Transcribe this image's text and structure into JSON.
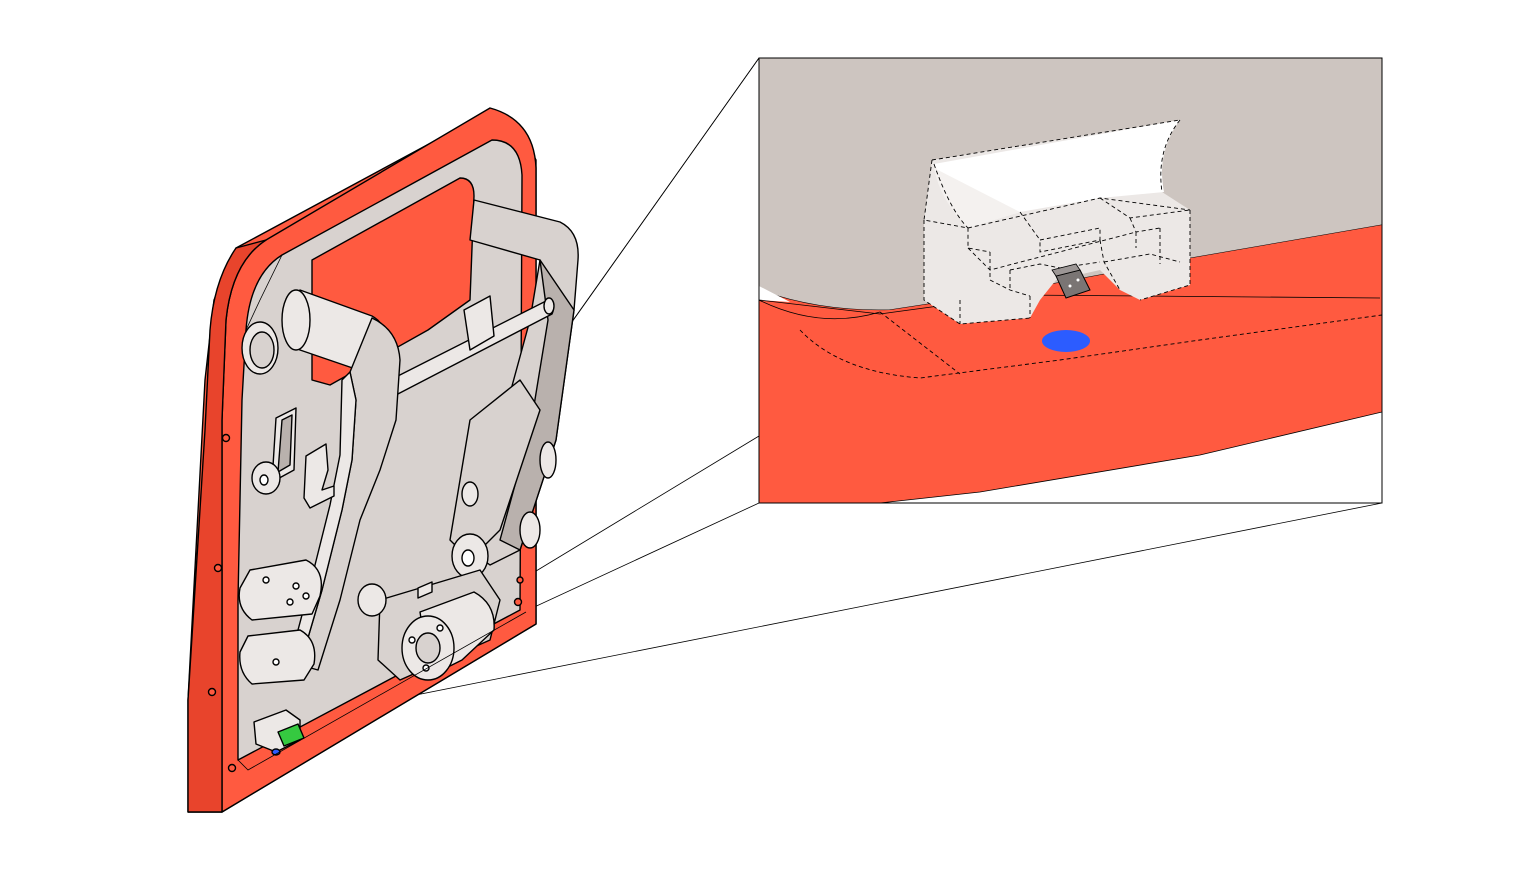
{
  "colors": {
    "background": "#ffffff",
    "frame_red": "#ff5a40",
    "frame_red_dark": "#e8442c",
    "part_gray": "#d8d2cf",
    "part_gray_light": "#ece8e6",
    "part_gray_dark": "#b9b1ad",
    "zoom_gray": "#cdc5c0",
    "sensor_blue": "#2c5cff",
    "pcb_green": "#35c940"
  },
  "icons": {
    "main_view": "door-latch-assembly-isometric",
    "detail_view": "magnified-sensor-detail",
    "sensor": "blue-sensor-dot",
    "pcb": "green-pcb-component"
  }
}
